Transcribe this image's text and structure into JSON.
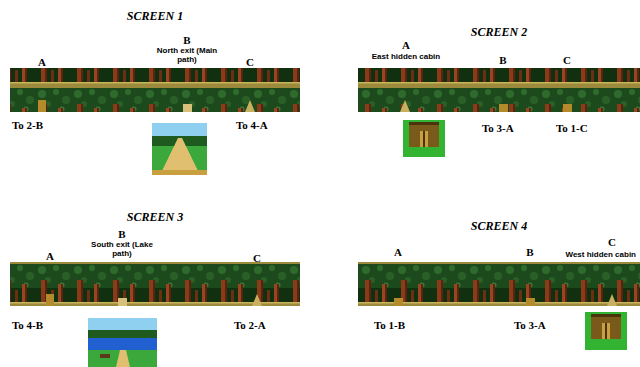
{
  "diagram": {
    "nodes": [
      {
        "text": [
          "SCREEN 1"
        ]
      },
      {
        "text": [
          "SCREEN 2"
        ]
      },
      {
        "text": [
          "SCREEN 3"
        ]
      },
      {
        "text": [
          "SCREEN 4"
        ]
      }
    ],
    "labels": [
      "A",
      "B",
      "North exit (Main path)",
      "C",
      "To 2-B",
      "To 4-A",
      "A",
      "East hidden cabin",
      "B",
      "C",
      "To 3-A",
      "To 1-C",
      "A",
      "B",
      "South exit (Lake path)",
      "C",
      "To 4-B",
      "To 2-A",
      "A",
      "B",
      "C",
      "West hidden cabin",
      "To 1-B",
      "To 3-A"
    ]
  }
}
